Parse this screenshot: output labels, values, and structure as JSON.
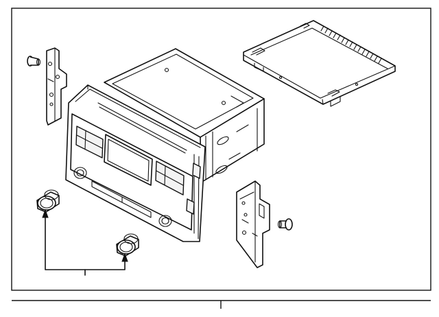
{
  "diagram": {
    "parts": [
      {
        "name": "radio-head-unit",
        "icon": "radio-unit-drawing"
      },
      {
        "name": "top-cover-plate",
        "icon": "cover-plate-drawing"
      },
      {
        "name": "left-mounting-bracket",
        "icon": "bracket-drawing"
      },
      {
        "name": "right-mounting-bracket",
        "icon": "bracket-drawing"
      },
      {
        "name": "screw-left",
        "icon": "screw-drawing"
      },
      {
        "name": "screw-right",
        "icon": "screw-drawing"
      },
      {
        "name": "knob-left",
        "icon": "knob-drawing"
      },
      {
        "name": "knob-right",
        "icon": "knob-drawing"
      }
    ],
    "colors": {
      "line": "#111111",
      "background": "#ffffff"
    }
  }
}
